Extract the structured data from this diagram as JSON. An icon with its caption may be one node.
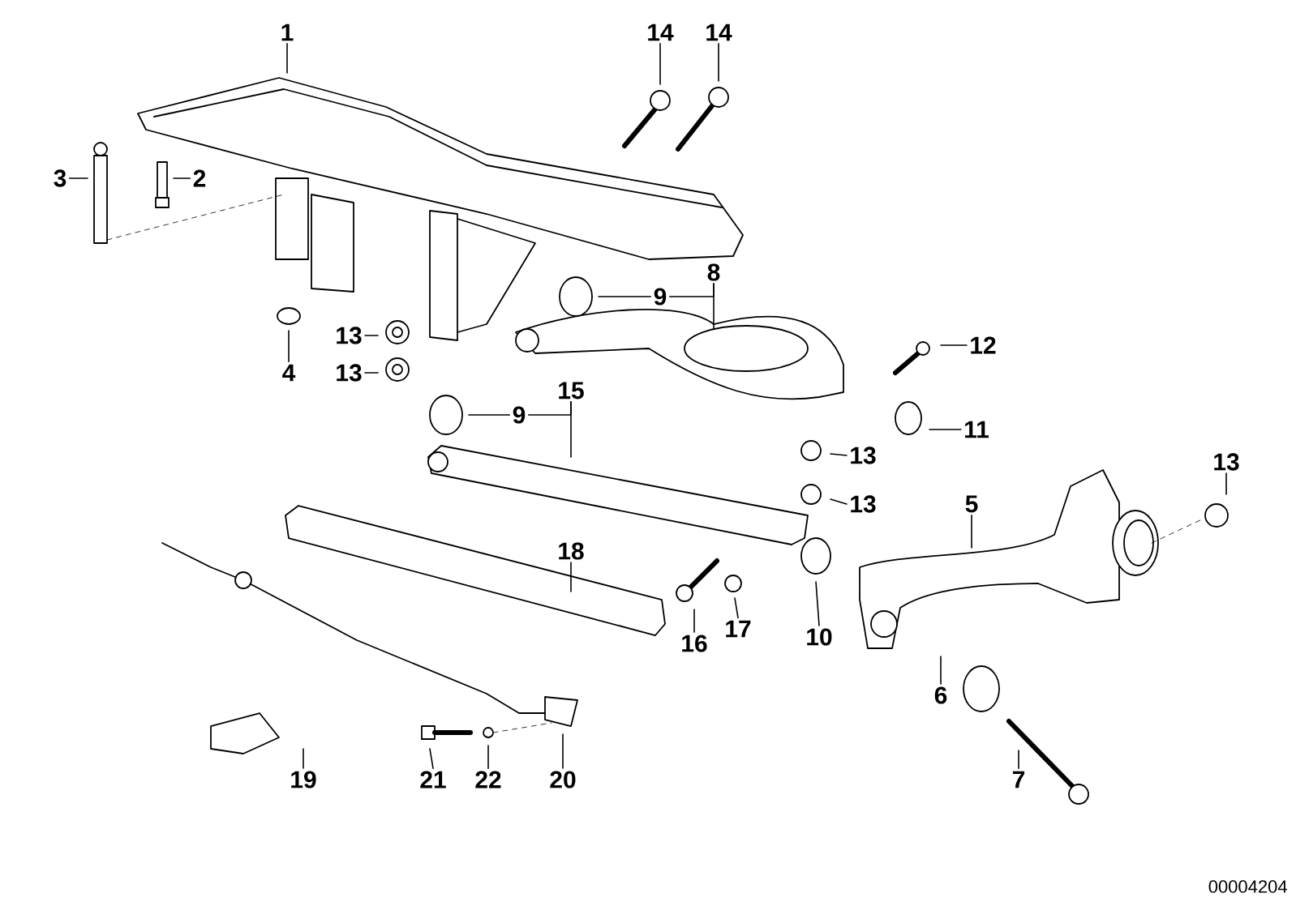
{
  "diagram": {
    "nodes": [
      {
        "text": [
          "1"
        ]
      },
      {
        "text": [
          "14"
        ]
      },
      {
        "text": [
          "14"
        ]
      },
      {
        "text": [
          "3"
        ]
      },
      {
        "text": [
          "2"
        ]
      },
      {
        "text": [
          "4"
        ]
      },
      {
        "text": [
          "13"
        ]
      },
      {
        "text": [
          "13"
        ]
      },
      {
        "text": [
          "8"
        ]
      },
      {
        "text": [
          "9"
        ]
      },
      {
        "text": [
          "9"
        ]
      },
      {
        "text": [
          "15"
        ]
      },
      {
        "text": [
          "12"
        ]
      },
      {
        "text": [
          "11"
        ]
      },
      {
        "text": [
          "13"
        ]
      },
      {
        "text": [
          "13"
        ]
      },
      {
        "text": [
          "5"
        ]
      },
      {
        "text": [
          "13"
        ]
      },
      {
        "text": [
          "18"
        ]
      },
      {
        "text": [
          "16"
        ]
      },
      {
        "text": [
          "17"
        ]
      },
      {
        "text": [
          "10"
        ]
      },
      {
        "text": [
          "6"
        ]
      },
      {
        "text": [
          "7"
        ]
      },
      {
        "text": [
          "19"
        ]
      },
      {
        "text": [
          "21"
        ]
      },
      {
        "text": [
          "22"
        ]
      },
      {
        "text": [
          "20"
        ]
      }
    ],
    "edges": [
      {
        "from": 0,
        "to": null,
        "arrow": "none"
      },
      {
        "from": 1,
        "to": null,
        "arrow": "none"
      },
      {
        "from": 2,
        "to": null,
        "arrow": "none"
      },
      {
        "from": 3,
        "to": null,
        "arrow": "none"
      },
      {
        "from": 4,
        "to": null,
        "arrow": "none"
      },
      {
        "from": 5,
        "to": null,
        "arrow": "none"
      },
      {
        "from": 6,
        "to": null,
        "arrow": "none"
      },
      {
        "from": 7,
        "to": null,
        "arrow": "none"
      },
      {
        "from": 8,
        "to": null,
        "arrow": "none"
      },
      {
        "from": 9,
        "to": null,
        "arrow": "none"
      },
      {
        "from": 10,
        "to": null,
        "arrow": "none"
      },
      {
        "from": 11,
        "to": null,
        "arrow": "none"
      },
      {
        "from": 12,
        "to": null,
        "arrow": "none"
      },
      {
        "from": 13,
        "to": null,
        "arrow": "none"
      },
      {
        "from": 14,
        "to": null,
        "arrow": "none"
      },
      {
        "from": 15,
        "to": null,
        "arrow": "none"
      },
      {
        "from": 16,
        "to": null,
        "arrow": "none"
      },
      {
        "from": 17,
        "to": null,
        "arrow": "none"
      },
      {
        "from": 18,
        "to": null,
        "arrow": "none"
      },
      {
        "from": 19,
        "to": null,
        "arrow": "none"
      },
      {
        "from": 20,
        "to": null,
        "arrow": "none"
      },
      {
        "from": 21,
        "to": null,
        "arrow": "none"
      },
      {
        "from": 22,
        "to": null,
        "arrow": "none"
      },
      {
        "from": 23,
        "to": null,
        "arrow": "none"
      },
      {
        "from": 24,
        "to": null,
        "arrow": "none"
      },
      {
        "from": 25,
        "to": null,
        "arrow": "none"
      },
      {
        "from": 26,
        "to": null,
        "arrow": "none"
      },
      {
        "from": 27,
        "to": null,
        "arrow": "none"
      },
      {
        "from": 9,
        "to": 8,
        "arrow": "none"
      },
      {
        "from": 10,
        "to": 11,
        "arrow": "none"
      }
    ],
    "labels": [
      "00004204"
    ]
  }
}
